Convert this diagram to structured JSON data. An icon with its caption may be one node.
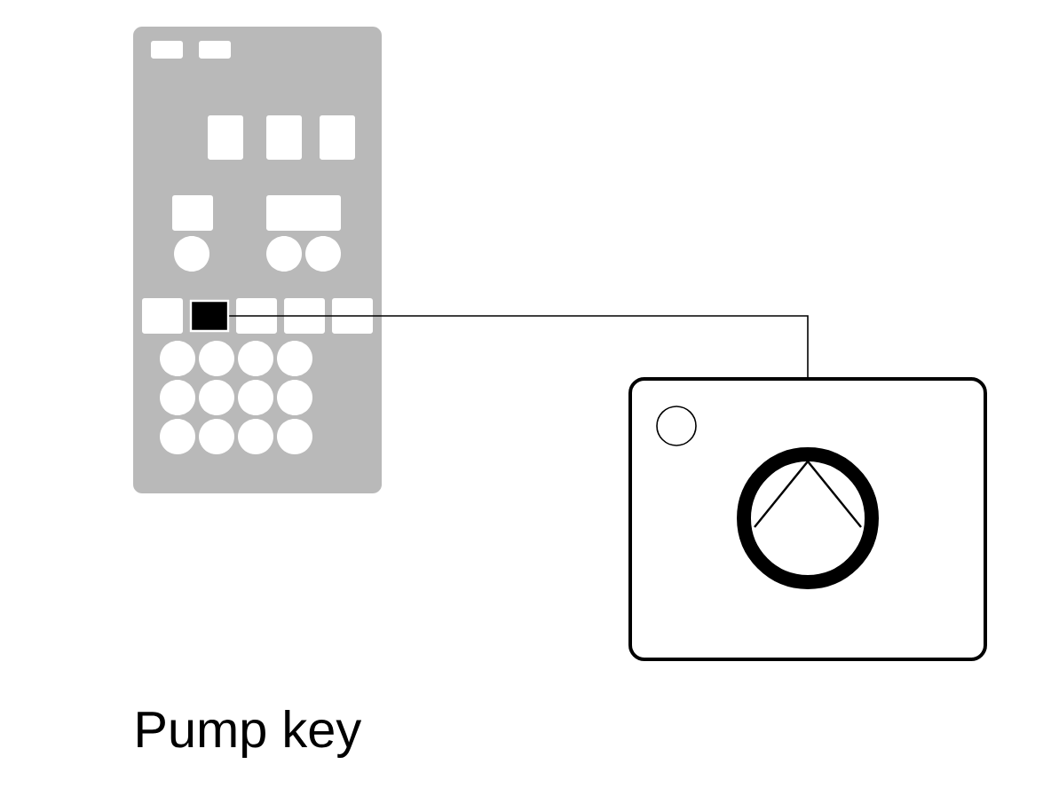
{
  "diagram": {
    "nodes": [
      {
        "text": [],
        "shape": "box"
      },
      {
        "text": [],
        "shape": "box"
      }
    ],
    "edges": [
      {
        "from": 0,
        "to": 1,
        "arrow": "none"
      }
    ],
    "labels": [
      "Pump key"
    ]
  }
}
